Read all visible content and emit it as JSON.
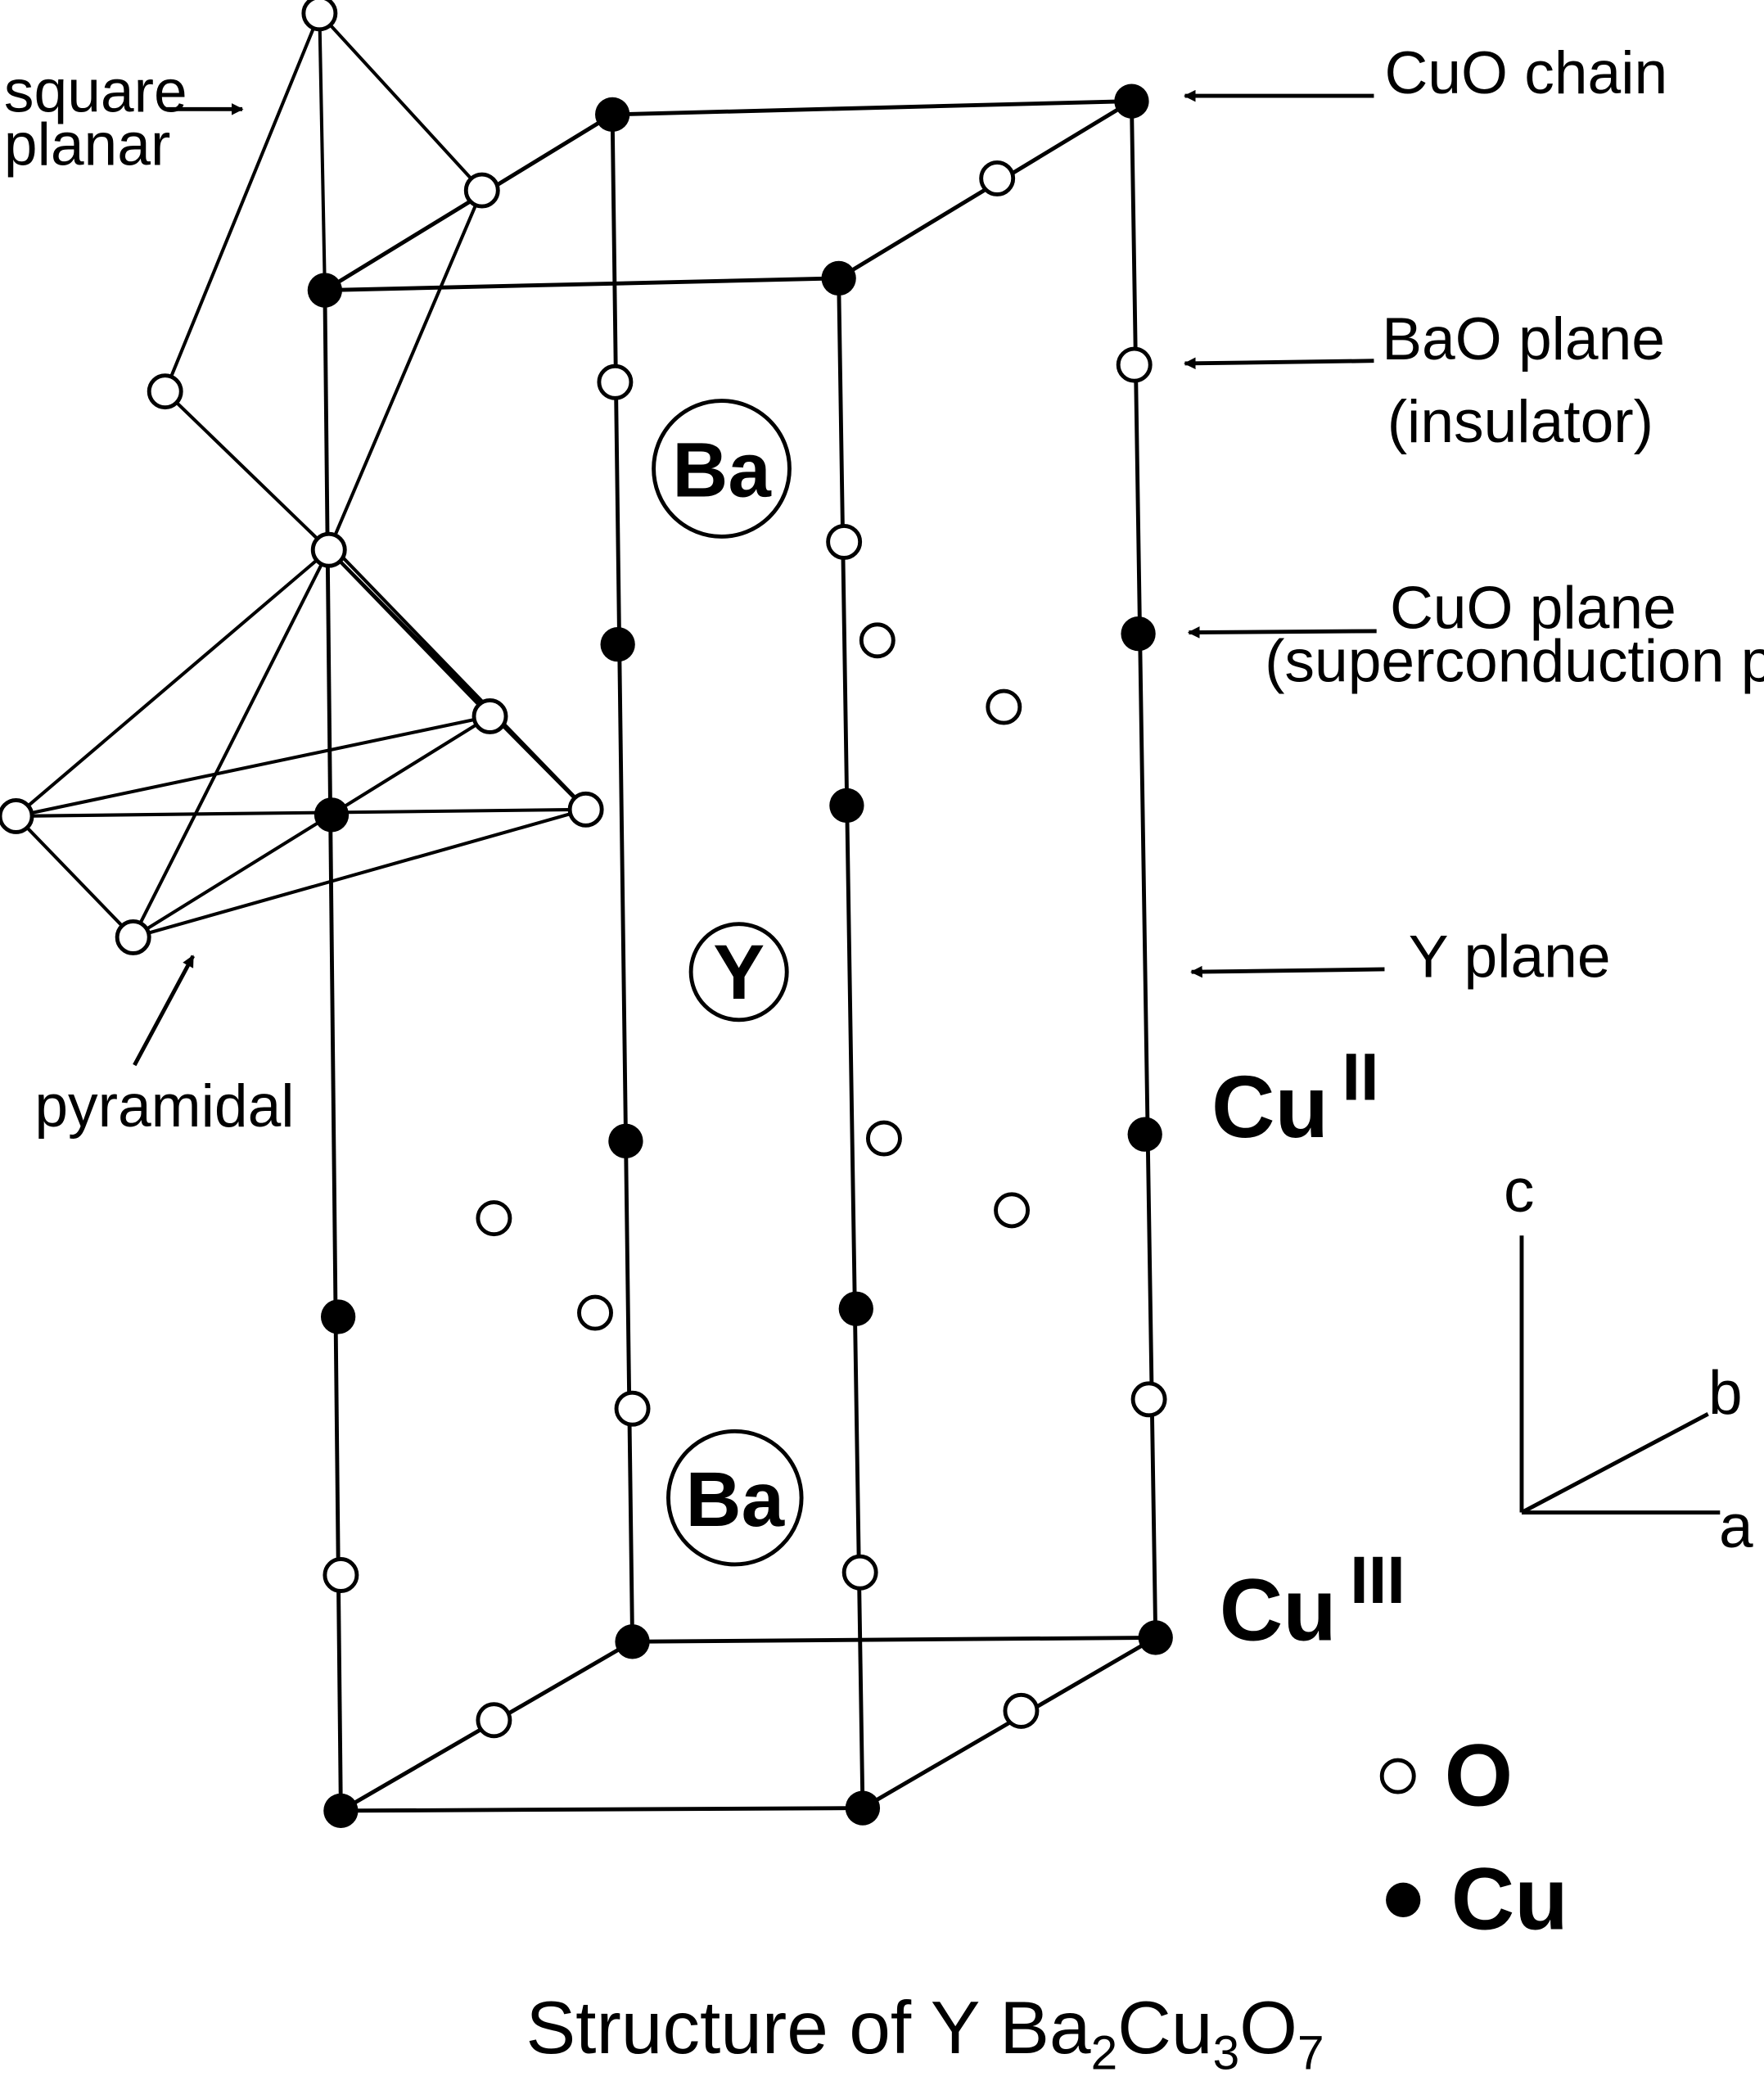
{
  "labels": {
    "square_planar": [
      "square",
      "planar"
    ],
    "pyramidal": "pyramidal",
    "cuo_chain": "CuO chain",
    "bao_plane": "BaO plane",
    "insulator": "(insulator)",
    "cuo_plane": "CuO plane",
    "superconduction_plane": "(superconduction plane)",
    "y_plane": "Y plane",
    "cu_ii": {
      "base": "Cu",
      "sup": "II"
    },
    "cu_iii": {
      "base": "Cu",
      "sup": "III"
    }
  },
  "atoms": {
    "ba_top": "Ba",
    "y": "Y",
    "ba_bottom": "Ba"
  },
  "axes": {
    "c": "c",
    "b": "b",
    "a": "a"
  },
  "legend": [
    {
      "symbol": "open-circle",
      "label": "O"
    },
    {
      "symbol": "filled-circle",
      "label": "Cu"
    }
  ],
  "caption": {
    "prefix": "Structure of Y Ba",
    "s1": "2",
    "mid1": "Cu",
    "s2": "3",
    "mid2": "O",
    "s3": "7"
  },
  "colors": {
    "ink": "#000000",
    "background": "#ffffff"
  }
}
